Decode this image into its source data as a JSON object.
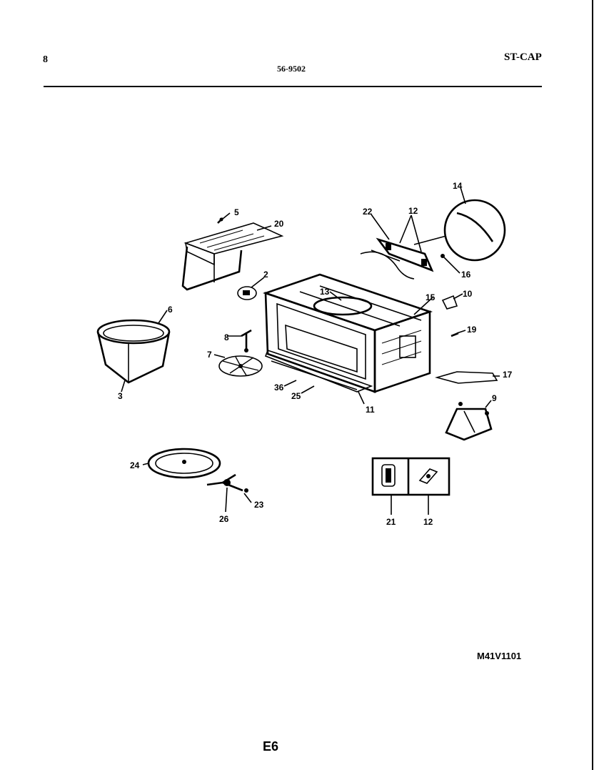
{
  "header": {
    "left": "8",
    "center": "56-9502",
    "right": "ST-CAP"
  },
  "parts": {
    "p2": "2",
    "p3": "3",
    "p5": "5",
    "p6": "6",
    "p7": "7",
    "p8": "8",
    "p9": "9",
    "p10": "10",
    "p11": "11",
    "p12a": "12",
    "p12b": "12",
    "p13": "13",
    "p14": "14",
    "p15": "15",
    "p16": "16",
    "p17": "17",
    "p19": "19",
    "p20": "20",
    "p21": "21",
    "p22": "22",
    "p23": "23",
    "p24": "24",
    "p25": "25",
    "p26": "26",
    "p36": "36"
  },
  "footer": {
    "model_code": "M41V1101",
    "page_number": "E6"
  }
}
